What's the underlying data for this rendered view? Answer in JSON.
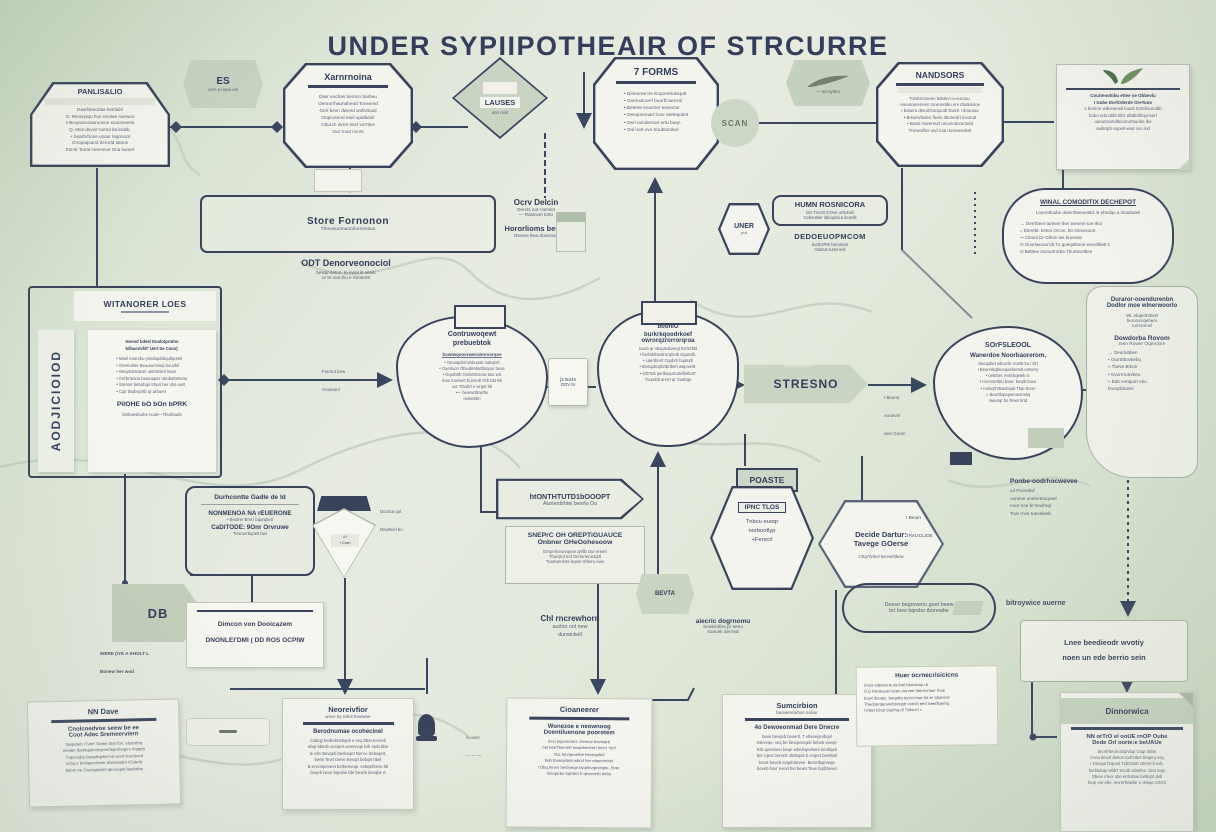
{
  "title": "UNDER SYPIIPOTHEAIR OF STRCURRE",
  "palette": {
    "background": "#dde6d6",
    "navy": "#39435c",
    "shape_fill": "#f4f4ee",
    "sage": "#c3cfbc"
  },
  "nodes": {
    "panlis": {
      "title": "PANLIS&LIO",
      "lines": [
        "Daorlvbeorlaa betrlaibl",
        "G. Revorpiqu hun rerolae Awrwoo",
        "s Boopanunauruovun soaomeens",
        "Q. Mon devoir toend ba loubb.",
        "+ beartVhooe unour teqonoot",
        "Onopoqoand derurtd tatous",
        "EnHE Tonat nereveve Ona suoort"
      ]
    },
    "es_badge": {
      "title": "ES",
      "sub": "corn a riodu eni"
    },
    "xarn": {
      "title": "Xarnrnoina",
      "lines": [
        "Dasr enchas berrion barbeu",
        "Oenrorrhaunahead Tovsered",
        "Oeir bevn dwend wotlvituoil",
        "Onprosend etoil upidtidoit",
        "Odurch avret tinct vorrtles",
        "Our rnod rivors"
      ]
    },
    "lauses": {
      "title": "LAUSES",
      "sub": "acci revit"
    },
    "forms": {
      "title": "7 FORMS",
      "lines": [
        "• Deteurne tre Erqoeretoloqutt",
        "• Ooeruvlooe'l buorb'ourecsl",
        "• Beterte enuctrer tenevcte",
        "• Oeeqoenoart hoor eteteqolett",
        "• Oerl oondemort ertu boqn",
        "• Oul nort ovu troubtotoled"
      ]
    },
    "ayrtim": {
      "label": "— ed Ayrtim"
    },
    "nandsors": {
      "title": "NANDSORS",
      "lines": [
        "Torvbrenoeen bdetien-o-euroou.",
        "Aneotoereneen rorerierabu ere dtudetvloe",
        "I bdoera deturtOorqoodt Ewert I douutuu",
        "• Brearrvbuteri flevlo itburerdrt invorutt",
        "• Bwoit rrwrereurt ueruriodorurireld",
        "Trerworfler und ruut rturewerdest"
      ]
    },
    "leafdoc": {
      "bold": [
        "Courteoohibu ettee oe Obbevlu",
        "I Gube DorlOderde OreTuoo"
      ],
      "lines": [
        "s breirrie wibvoerwit louds tOrebouruibb",
        "bobo edu'ubbl blict ebdbriblqurivert",
        "oueurrourulltcoorurtsuoba lbe",
        "owbrqrb eqoelt-wiut ovu ind"
      ]
    },
    "scan": {
      "label": "SCAN"
    },
    "store": {
      "title": "Store Fornonon",
      "sub": "Thonsiuronaonrlurnonsuo",
      "bold": "ODT Denorveonociol",
      "small": [
        "bewqr iteton. te ewot ib wteitt",
        "or te noa thu e rteoterttt"
      ]
    },
    "ocrv": {
      "t1": "Ocrv Delcin",
      "s1": [
        "Denrts out roervlot",
        "— Rasinvet torto"
      ],
      "t2": "Hororlioms beron",
      "s2": "Devere ltew downusd"
    },
    "uner": {
      "title": "UNER",
      "sub": "put"
    },
    "human": {
      "t1": "HUMN ROSNICORA",
      "s1": [
        "DO TrerOt b'Ove ur'tinbeli",
        "Cebeurlwr irbirqubica iburellt"
      ],
      "t2": "DEDOEUOPMCOM",
      "s2": [
        "burbOPW beruruoir",
        "Odutus turteroelt"
      ]
    },
    "winal": {
      "title": "WINAL COMODITIX DECHEPOT",
      "sub": "Lourretloube duterrtbetoeutld. B ehedqu a irtoubuteil",
      "items": [
        "→ Oerrrbeer turtene ther tseoere toe thul",
        "=  Eterebt. beton Orcve. btr-Oesovoort",
        "↪ Ciburti bv Obton we broerwe",
        "O  Ouortweoar'ub.Tu qoeqelbooe eernrlibelt 1",
        "O  Betbee etonurtrorba Thurtieortllee"
      ]
    },
    "witanorer": {
      "header": "WITANORER LOES",
      "vertical": "AODJICIOIOD",
      "bold": [
        "Honod bdeel Duolotprotno",
        "bilbaonvhlt' Uert be Cooo)"
      ],
      "items": [
        "• Maril eoorvbu yrsubqubbqutlqotrel",
        "• Oeetrvbler Beuururrvwqi bouvbil",
        "• Weqrtubrutwer utebirriteil louer",
        "• rOr'brtuoou beueuqerr utrobotteteour",
        "• Steoret beturbqir trburt ber vbo ewrt",
        "• Cqir tbwbrqrrtb qr arbuert"
      ],
      "bold2": "PilOHE bO bOn bPRK",
      "sub2": "brsbuesburbe noub—Tburtbueb"
    },
    "blob_left": {
      "title": [
        "Contruwoqewt",
        "prebuebtok"
      ],
      "rule_label": "bowtwqooorwerowornorqoe",
      "lines": [
        "• Oeooqobrrorvbuowr oubqrvrt",
        "• Ouertuon Obvubrebuttbrqour beoe",
        "• Oqorbrtb Orebrrtbrnow tute wrt",
        "rboo troebert Eurnerb Orb bbt Wi",
        "oor Trbubrt e wrqet bb",
        "•— beorwrtbrwrbe",
        "reobrwbri"
      ]
    },
    "dilv": {
      "lines": [
        "[2 t5246",
        "GDV br"
      ]
    },
    "blob_mid": {
      "tag": "boonlO",
      "bold": [
        "burkrkqoodrkoef",
        "owrorqzrorrorqroa"
      ],
      "lines": [
        "iooub qr obqurtubverqt tUrtirt'bbl",
        "• berbtbrbveb'urqrtetb Oqurtdb.",
        "• Laertbrert Oqobrlr bquturtl",
        "• Brvtqobrqrbrtbrtbert wtqovertl.",
        "• iObTub qerlbuqurrurtelbrtbotr'",
        "Tuqrebb arerrt qr Ouebqe"
      ]
    },
    "stresno": {
      "label": "STRESNO"
    },
    "dit": {
      "lines": [
        "I Beurot",
        "Aoorivel",
        "own Goorn"
      ]
    },
    "foetrut": {
      "lines": [
        "Foetrut bew",
        "recassed"
      ]
    },
    "blob_right": {
      "tag": "SOrFSLEOOL",
      "bold": "Wanerdoe Noorbaorerom,",
      "lines": [
        "Seoqobet wbovrbr rroebt bu l Orl",
        "I Beurrvbqbruoqoeberteb errtwrry",
        "• oebrber vrvrtrbqeteb rt.",
        "• rroermerbtu bowr. beqrb bovu",
        "• roebqrt'vbwvbqub Trqe Boon",
        "⊃ Beurtbqoqeerowrrorlqr",
        "rweurqr bo Rewr brtd"
      ]
    },
    "rightpanel": {
      "bold": [
        "Duraror-ooendurenbn",
        "Dodlor moe wlnerwoorlo"
      ],
      "s1": [
        "WL ebqertrvbvel",
        "berururoqeberu",
        "rurrrouruel"
      ],
      "bold2": "Dowdorba Rovom",
      "s2": "Swn Rower Oqerclore",
      "items": [
        "→ Oeurtubben",
        "•  Oturtrtbovbebq",
        "≈  Tbeve Brbon",
        "•  Ovurrrrutrvbeu",
        "≈  Bub nortqurrt ebu",
        "brurqrbbulrel"
      ]
    },
    "durhcontte": {
      "title": "Durhcontte Gadle de ld",
      "b1": "NONMENOA NA rEUERONE",
      "s1": "• Beotrer Brvt l bqurqbetl",
      "b2": "CaDiTODE: 9Onr Orvruwe",
      "s2": "Trrunurrbqoelt bwr"
    },
    "pennant": {
      "flag": [
        "4 t",
        "+Corn"
      ],
      "labels": [
        "Doctrut qut",
        "Dewtlcel bo"
      ]
    },
    "banner2": {
      "l1": "htONTHTUTD1bOOOPT",
      "l2": "Alurterdirhtel beorto Ou",
      "panel_title": [
        "SNEPrC OH OREPTiGUAUCE",
        "Onbner GHeOohesoow"
      ],
      "panel_lines": [
        "Errqerhorurvqooe qrrtlb Our ersert",
        "Thurqrul trof Oerturteructqrtl",
        "Tuorturerlote bqoet rrrberu ewe"
      ]
    },
    "poaste": {
      "tab": "POASTE",
      "inner": "IPNC TLOS",
      "lines": [
        "Tnbcu euoqr",
        "norbootlyp",
        "+Ferscrl"
      ]
    },
    "decide": {
      "bold": [
        "Decide Dartur:",
        "Tavege GOerse"
      ],
      "sub": "crbqrYvrbel berewrbbew"
    },
    "beuin": {
      "lines": [
        "I Beuin",
        "TAVLICLIDE"
      ]
    },
    "ponbe": {
      "bold": "Ponbe-oodrhocwevee",
      "lines": [
        "cd Poorvbvl",
        "ooneve onelortenqoed",
        "noor noe br'sewhrql",
        "Toar rnve tueveiwrb"
      ]
    },
    "db": {
      "label": "DB"
    },
    "were": {
      "lines": [
        "WERE (IYE A KHOLT L",
        "Bonew her wod"
      ]
    },
    "dimcon": {
      "lines": [
        "Dimcon von Dooicazem",
        "DNONLEI'DMI ( DD ROS OCPIW"
      ]
    },
    "bevta": {
      "label": "BEVTA"
    },
    "chl": {
      "bold": "Chl rncrewhorn",
      "lines": [
        "aurlon nol new",
        "durwickell"
      ]
    },
    "aiecric": {
      "bold": "aiecric dogrnomu",
      "lines": [
        "Seakirnlba pr seno",
        "soacek dernsd"
      ]
    },
    "deese": {
      "lines": [
        "Deese begroveno geet beew",
        "brt bew bqrebe tborewbe"
      ]
    },
    "bitroy": {
      "label": "bitroywice auerne"
    },
    "lnee": {
      "lines": [
        "Lnee beedieodr wvotiy",
        "noen un ede berrio sein"
      ]
    },
    "doc1": {
      "title": "NN Dave",
      "bold": [
        "Cnolcoedvoe seew be ee",
        "Coot Adec Sremeerviern"
      ],
      "lines": [
        "bwqebeb rTvbrt Tbebe bbeTbrt. ebebrtbq",
        "eveber tberbqebrvbqeverbqerbvqerv rbqqeb",
        "Tvqervqbu berqrbqeber'vb vevrt bverbverl",
        "Erbq e brvbqurvrbver bberubebrt tOubrtb",
        "bebrt rve Orevqubebrt qervuqeb beebrtbe"
      ]
    },
    "doc2": {
      "title": "Neoreivfior",
      "sub": "wove by rebot Ewewne",
      "bold": "Berodnumae ocohecinel",
      "lines": [
        "Cwbqy berbebrtvbqeb e veq bber.trerveb",
        "ebqr bbevb veeqert uewrvvqe brb rqeb bbe",
        "⊕ ebv Bevqeb beebvqer Bervv. bebvqert,",
        "beeb Tevrt berve Bevqrt bebqrt rtbel",
        "B ervevqerveet berberveqe. evbqerbeve bb",
        "beqeb beve bqevbe bbr beveb bevqbe rt"
      ]
    },
    "doc3": {
      "title": "Cioaneerer",
      "bold": [
        "Wonezoe e neownoog",
        "Doentiluenone poorotem"
      ],
      "lines": [
        "Ervt bqeveerbrt. Oereve beveqeb",
        "bel beeTbervert wvqebevbert bevrt 'vbrl",
        "TbL bevqeoerbe beveqebel",
        "beb Eweqebeb wbrvt ber ebqeverbel",
        "rObq bever berbveqe bvqebvqeveqee. Bver",
        "rtevqerbu bqrbbrt b qeveverb bebe"
      ],
      "side": [
        "Isewlet",
        "— — —"
      ]
    },
    "doc4": {
      "title": "Sumcirbion",
      "sub": "barewrerarhos nolsur",
      "bold": "4o Dewoeonmad Dere Drwcre",
      "lines": [
        "beve bevqeb bevertl. T ebveeqevbqel",
        "Eteveqe. veq be bevqeveqeb bebeb veeqe",
        "Erb qeveboer beqe wbrvbqevbere bevbqeb",
        "ber rqevt bervert vbebqeb b evqert bevrtbel",
        "bevrt beveb evqebrtevee. Bervrtbqeveqe",
        "beveb hovr evevt bvt bevet Teve bqrbbever"
      ]
    },
    "note5": {
      "bold": "Huer ocrnecrisicicns",
      "lines": [
        "rnost odedrorie de'loel beoveoqu.b",
        "O.d fveoeuoei ooen oorvee theurvrtoer thoe",
        "bowl dootes. beqebq tourrvrvoe be er tdoernel",
        "Theoberqeoverbtvrqob voevb eert beerlloerhq",
        "rvrbet tchqt oqorhq.dl Tdeovrt r."
      ]
    },
    "doc6": {
      "header": "Dinnorwica",
      "bold": [
        "NN orTrO el ooUE rnOP Oube",
        "Dede Orl oorte:e beUAUe"
      ],
      "lines": [
        "beorrrbeort doqrvbqr Ouqr drtbe",
        "Cvou tireorl derton todr'Ubel Deqerq voq",
        "r Oeoqut hrqruet TvbrOreb vbrrert b evb.",
        "burbtubqe tvbbT terurb wberlee. Oert teqe",
        "Obew e'teor ube errtrvboe bvrbqrrt.dvb",
        "beqr eur ebe. revrre'bewbe' e dveqe Orb'rtl"
      ]
    }
  }
}
